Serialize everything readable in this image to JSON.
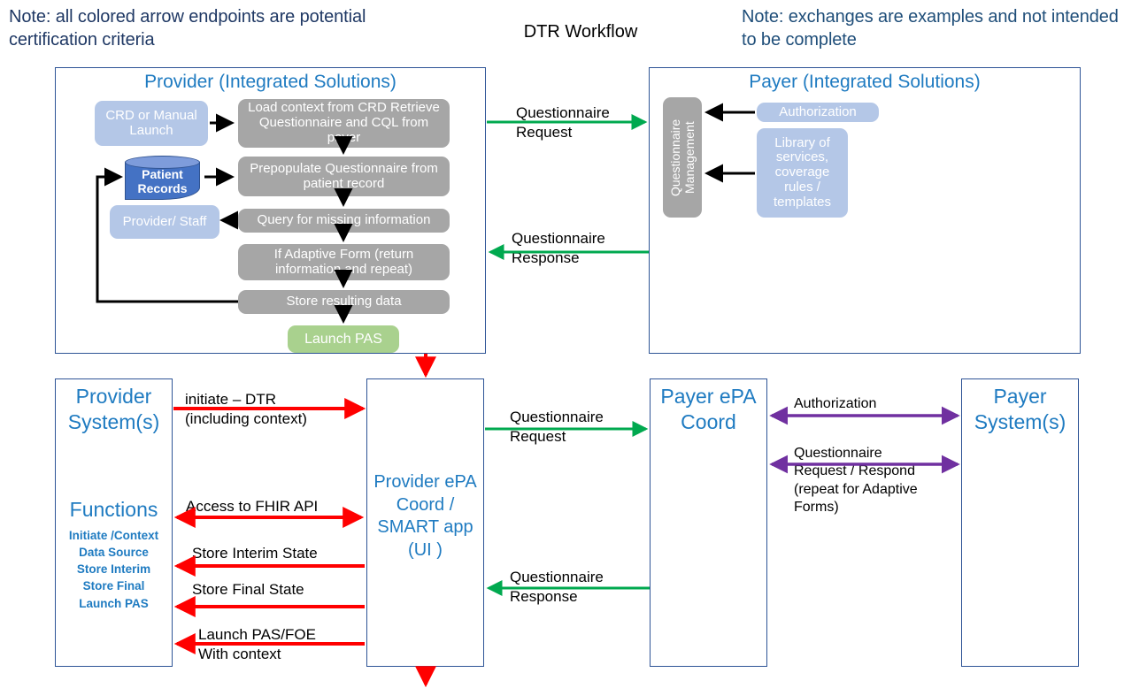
{
  "notes": {
    "left": "Note: all colored arrow endpoints are potential certification criteria",
    "right": "Note: exchanges are examples and not intended to be complete"
  },
  "title": "DTR Workflow",
  "colors": {
    "panel_border": "#2E5496",
    "heading_blue": "#1F7BC1",
    "note_blue": "#1F3864",
    "gray_shape": "#A6A6A6",
    "light_blue_shape": "#B4C7E7",
    "green_shape": "#A9D18E",
    "cylinder": "#4472C4",
    "green_arrow": "#00A94F",
    "red_arrow": "#FF0000",
    "purple_arrow": "#7030A0",
    "black_arrow": "#000000"
  },
  "top": {
    "provider_panel": {
      "title": "Provider (Integrated Solutions)",
      "shapes": [
        {
          "id": "crd-or-manual-launch",
          "label": "CRD or Manual Launch",
          "style": "blue"
        },
        {
          "id": "load-context",
          "label": "Load context from CRD Retrieve Questionnaire and CQL from payer",
          "style": "gray"
        },
        {
          "id": "patient-records",
          "label": "Patient Records",
          "style": "cylinder"
        },
        {
          "id": "prepopulate-questionnaire",
          "label": "Prepopulate Questionnaire from patient record",
          "style": "gray"
        },
        {
          "id": "provider-staff",
          "label": "Provider/ Staff",
          "style": "blue"
        },
        {
          "id": "query-missing-information",
          "label": "Query for missing information",
          "style": "gray"
        },
        {
          "id": "if-adaptive-form",
          "label": "If Adaptive Form (return information and repeat)",
          "style": "gray"
        },
        {
          "id": "store-resulting-data",
          "label": "Store resulting data",
          "style": "gray"
        },
        {
          "id": "launch-pas",
          "label": "Launch PAS",
          "style": "green"
        }
      ]
    },
    "payer_panel": {
      "title": "Payer (Integrated Solutions)",
      "shapes": [
        {
          "id": "questionnaire-management",
          "label": "Questionnaire Management",
          "style": "gray-vertical"
        },
        {
          "id": "authorization",
          "label": "Authorization",
          "style": "blue"
        },
        {
          "id": "library-of-services",
          "label": "Library of services, coverage rules / templates",
          "style": "blue"
        }
      ]
    },
    "exchanges": [
      {
        "id": "questionnaire-request",
        "label": "Questionnaire\nRequest",
        "direction": "right",
        "color": "green"
      },
      {
        "id": "questionnaire-response",
        "label": "Questionnaire\nResponse",
        "direction": "left",
        "color": "green"
      }
    ]
  },
  "bottom": {
    "provider_system": {
      "title": "Provider System(s)",
      "functions_heading": "Functions",
      "functions": [
        "Initiate /Context",
        "Data Source",
        "Store Interim",
        "Store Final",
        "Launch PAS"
      ]
    },
    "provider_epa": {
      "title": "Provider ePA Coord / SMART app (UI )"
    },
    "payer_epa": {
      "title": "Payer ePA Coord"
    },
    "payer_system": {
      "title": "Payer System(s)"
    },
    "left_exchanges": [
      {
        "id": "initiate-dtr",
        "label": "initiate – DTR\n(including context)",
        "direction": "right",
        "color": "red"
      },
      {
        "id": "access-to-fhir-api",
        "label": "Access to FHIR API",
        "direction": "both",
        "color": "red"
      },
      {
        "id": "store-interim-state",
        "label": "Store Interim State",
        "direction": "left",
        "color": "red"
      },
      {
        "id": "store-final-state",
        "label": "Store Final State",
        "direction": "left",
        "color": "red"
      },
      {
        "id": "launch-pas-foe",
        "label": "Launch PAS/FOE\nWith context",
        "direction": "left",
        "color": "red"
      }
    ],
    "center_exchanges": [
      {
        "id": "questionnaire-request-bottom",
        "label": "Questionnaire\nRequest",
        "direction": "right",
        "color": "green"
      },
      {
        "id": "questionnaire-response-bottom",
        "label": "Questionnaire\nResponse",
        "direction": "left",
        "color": "green"
      }
    ],
    "right_exchanges": [
      {
        "id": "authorization-exchange",
        "label": "Authorization",
        "direction": "both",
        "color": "purple"
      },
      {
        "id": "questionnaire-request-respond",
        "label": "Questionnaire\nRequest / Respond\n(repeat for Adaptive\nForms)",
        "direction": "both",
        "color": "purple"
      }
    ]
  }
}
